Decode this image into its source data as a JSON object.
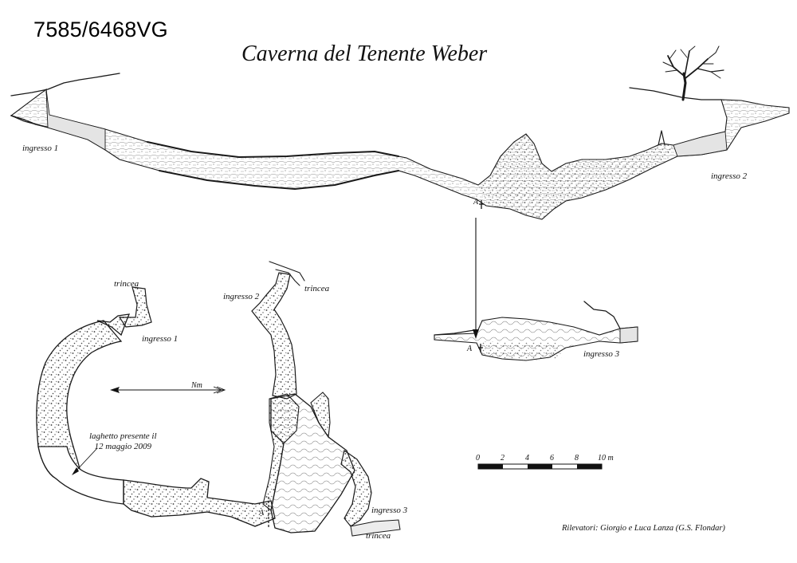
{
  "header": {
    "cadastral_number": "7585/6468VG",
    "title": "Caverna del Tenente Weber"
  },
  "section_profile": {
    "labels": {
      "entrance_1": "ingresso 1",
      "entrance_2": "ingresso 2",
      "point_a": "A"
    }
  },
  "cross_section": {
    "labels": {
      "point_a": "A",
      "entrance_3": "ingresso 3"
    }
  },
  "plan_view": {
    "labels": {
      "trench_1": "trincea",
      "entrance_1": "ingresso 1",
      "trench_2": "trincea",
      "entrance_2": "ingresso 2",
      "north": "Nm",
      "lake_line_1": "laghetto presente il",
      "lake_line_2": "12 maggio 2009",
      "point_a": "A",
      "entrance_3": "ingresso 3",
      "trench_3": "trincea"
    }
  },
  "scale_bar": {
    "ticks": [
      "0",
      "2",
      "4",
      "6",
      "8",
      "10 m"
    ]
  },
  "footer": {
    "credits": "Rilevatori: Giorgio e Luca Lanza (G.S. Flondar)"
  }
}
